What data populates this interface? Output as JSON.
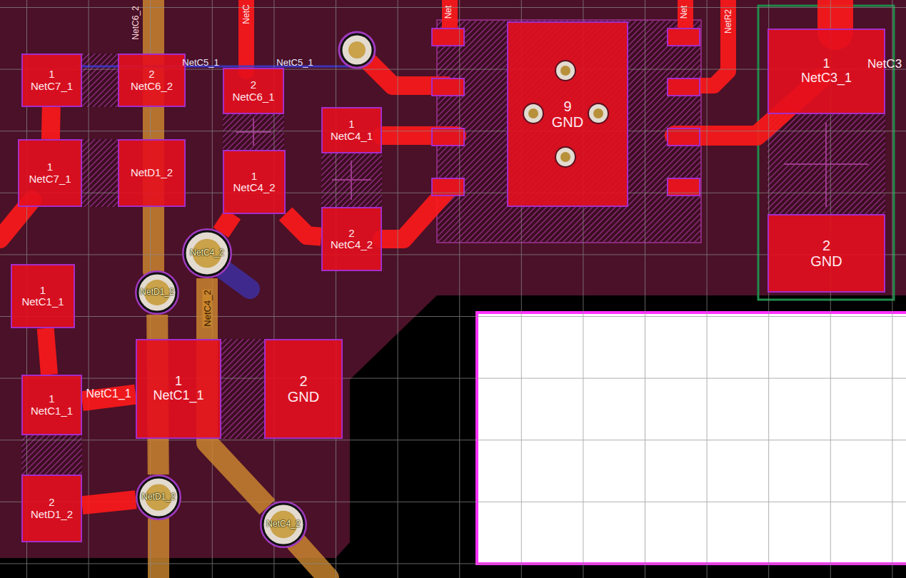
{
  "diagram": {
    "nodes": [
      {
        "text": [
          "1",
          "NetC7_1"
        ]
      },
      {
        "text": [
          "2",
          "NetC6_2"
        ]
      },
      {
        "text": [
          "2",
          "NetC6_1"
        ]
      },
      {
        "text": [
          "1",
          "NetC4_1"
        ]
      },
      {
        "text": [
          "9",
          "GND"
        ]
      },
      {
        "text": [
          "1",
          "NetC3_1"
        ]
      },
      {
        "text": [
          "1",
          "NetC7_1"
        ]
      },
      {
        "text": [
          "NetD1_2"
        ]
      },
      {
        "text": [
          "1",
          "NetC4_2"
        ]
      },
      {
        "text": [
          "2",
          "NetC4_2"
        ]
      },
      {
        "text": [
          "2",
          "GND"
        ]
      },
      {
        "text": [
          "NetC4_2"
        ]
      },
      {
        "text": [
          "NetD1_2"
        ]
      },
      {
        "text": [
          "1",
          "NetC1_1"
        ]
      },
      {
        "text": [
          "1",
          "NetC1_1"
        ]
      },
      {
        "text": [
          "2",
          "GND"
        ]
      },
      {
        "text": [
          "1",
          "NetC1_1"
        ]
      },
      {
        "text": [
          "2",
          "NetD1_2"
        ]
      },
      {
        "text": [
          "NetD1_2"
        ]
      },
      {
        "text": [
          "NetC4_2"
        ]
      }
    ],
    "edges": [
      {
        "from": 0,
        "to": 6,
        "arrow": "none"
      },
      {
        "from": 11,
        "to": 8,
        "arrow": "none"
      },
      {
        "from": 8,
        "to": 9,
        "arrow": "none"
      },
      {
        "from": 13,
        "to": 16,
        "arrow": "none"
      },
      {
        "from": 16,
        "to": 14,
        "arrow": "none"
      },
      {
        "from": 17,
        "to": 18,
        "arrow": "none"
      },
      {
        "from": 11,
        "to": 19,
        "arrow": "none"
      },
      {
        "from": 12,
        "to": 18,
        "arrow": "none"
      }
    ],
    "labels": [
      "NetC6_2",
      "NetC",
      "NetC5_1",
      "NetC5_1",
      "Net",
      "Net",
      "NetR2",
      "NetC3",
      "NetC4_2",
      "NetC1_1"
    ]
  }
}
